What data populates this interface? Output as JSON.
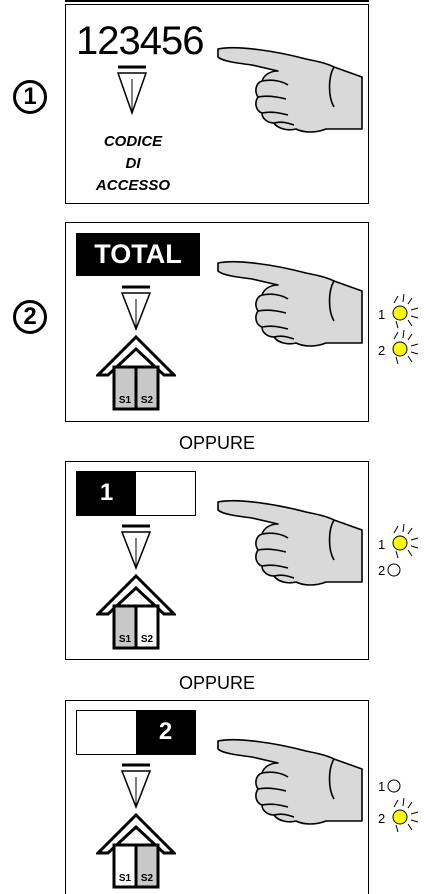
{
  "header_fragment": "",
  "steps": [
    {
      "number": "1",
      "code": "123456",
      "caption": [
        "CODICE",
        "DI",
        "ACCESSO"
      ]
    },
    {
      "number": "2",
      "button_label": "TOTAL",
      "sectors": [
        "S1",
        "S2"
      ],
      "leds": [
        {
          "label": "1",
          "state": "on"
        },
        {
          "label": "2",
          "state": "on"
        }
      ]
    }
  ],
  "alternatives": [
    {
      "separator": "OPPURE",
      "button": {
        "left": "1",
        "right": "",
        "active": "left"
      },
      "sectors": [
        "S1",
        "S2"
      ],
      "active_sector": "S1",
      "leds": [
        {
          "label": "1",
          "state": "on"
        },
        {
          "label": "2",
          "state": "off"
        }
      ]
    },
    {
      "separator": "OPPURE",
      "button": {
        "left": "",
        "right": "2",
        "active": "right"
      },
      "sectors": [
        "S1",
        "S2"
      ],
      "active_sector": "S2",
      "leds": [
        {
          "label": "1",
          "state": "off"
        },
        {
          "label": "2",
          "state": "on"
        }
      ]
    }
  ],
  "colors": {
    "led_on": "#ffff00",
    "led_off": "#ffffff",
    "sector_fill": "#c8c8c8",
    "hand_fill": "#d9d9d9"
  }
}
